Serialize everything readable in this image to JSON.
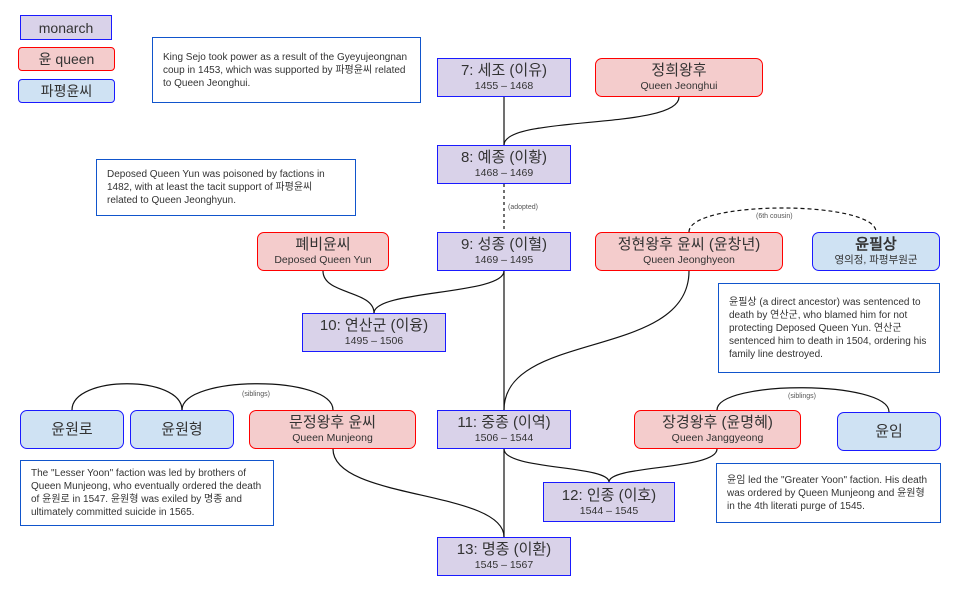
{
  "legend": {
    "monarch": "monarch",
    "queen": "윤 queen",
    "papyeong": "파평윤씨"
  },
  "notes": {
    "sejo": "King Sejo took power as a result of the Gyeyujeongnan coup in 1453, which was supported by 파평윤씨 related to Queen Jeonghui.",
    "deposed": "Deposed Queen Yun was poisoned by factions in 1482, with at least the tacit support of 파평윤씨 related to Queen Jeonghyun.",
    "pilsang": "윤필상 (a direct ancestor) was sentenced to death by 연산군, who blamed him for not protecting Deposed Queen Yun. 연산군 sentenced him to death in 1504, ordering his family line destroyed.",
    "lesser": "The \"Lesser Yoon\" faction was led by brothers of Queen Munjeong, who eventually ordered the death of 윤원로 in 1547. 윤원형 was exiled by 명종 and ultimately committed suicide in 1565.",
    "greater": "윤임 led the \"Greater Yoon\" faction. His death was ordered by Queen Munjeong and 윤원형 in the 4th literati purge of 1545."
  },
  "monarchs": {
    "k7": {
      "name": "7: 세조 (이유)",
      "years": "1455 – 1468"
    },
    "k8": {
      "name": "8: 예종 (이황)",
      "years": "1468 – 1469"
    },
    "k9": {
      "name": "9: 성종 (이혈)",
      "years": "1469 –  1495"
    },
    "k10": {
      "name": "10: 연산군 (이융)",
      "years": "1495 – 1506"
    },
    "k11": {
      "name": "11: 중종 (이역)",
      "years": "1506 – 1544"
    },
    "k12": {
      "name": "12: 인종 (이호)",
      "years": "1544 – 1545"
    },
    "k13": {
      "name": "13: 명종 (이환)",
      "years": "1545 – 1567"
    }
  },
  "queens": {
    "jeonghui": {
      "name": "정희왕후",
      "sub": "Queen Jeonghui"
    },
    "deposed": {
      "name": "폐비윤씨",
      "sub": "Deposed Queen Yun"
    },
    "jeonghyeon": {
      "name": "정현왕후 윤씨 (윤창년)",
      "sub": "Queen Jeonghyeon"
    },
    "munjeong": {
      "name": "문정왕후 윤씨",
      "sub": "Queen Munjeong"
    },
    "janggyeong": {
      "name": "장경왕후 (윤명혜)",
      "sub": "Queen Janggyeong"
    }
  },
  "papyeong": {
    "pilsang": {
      "name": "윤필상",
      "sub": "영의정, 파평부원군"
    },
    "wonro": {
      "name": "윤원로"
    },
    "wonhyeong": {
      "name": "윤원형"
    },
    "im": {
      "name": "윤임"
    }
  },
  "labels": {
    "adopted": "(adopted)",
    "cousin": "(6th cousin)",
    "siblings1": "(siblings)",
    "siblings2": "(siblings)"
  }
}
